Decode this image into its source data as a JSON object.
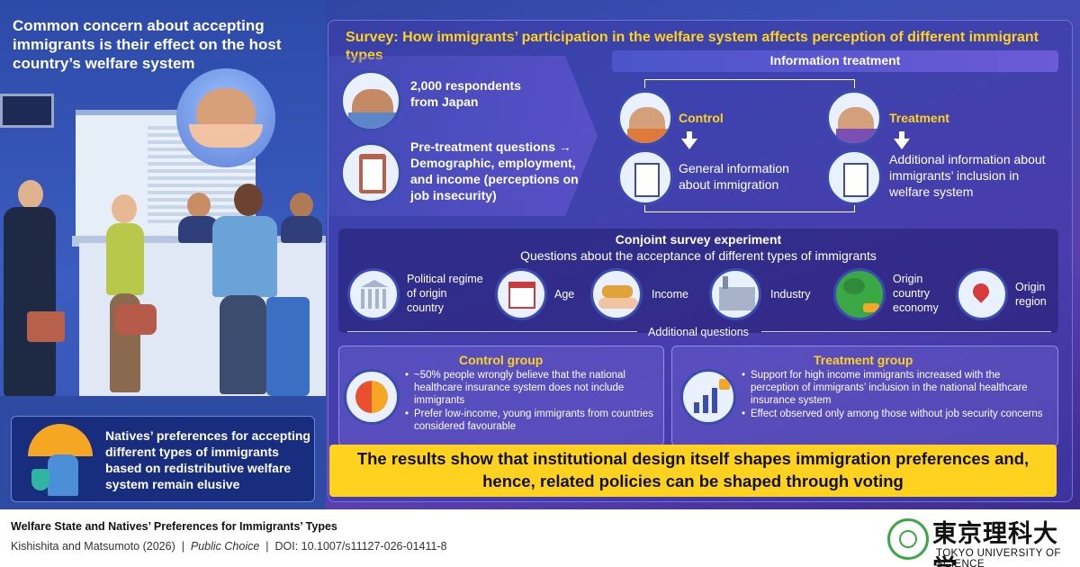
{
  "left": {
    "heading": "Common concern about accepting immigrants is their effect on the host country’s welfare system",
    "elusive": "Natives’ preferences for accepting different types of immigrants based on redistributive welfare system remain elusive"
  },
  "survey": {
    "title": "Survey: How immigrants’ participation in the welfare system affects perception of different immigrant types",
    "respondents": "2,000 respondents from Japan",
    "pretreatment": "Pre-treatment questions → Demographic, employment, and income (perceptions on job insecurity)",
    "info_treatment": "Information treatment",
    "control_label": "Control",
    "control_info": "General information about immigration",
    "treatment_label": "Treatment",
    "treatment_info": "Additional information about immigrants’ inclusion in welfare system"
  },
  "conjoint": {
    "title": "Conjoint survey experiment",
    "subtitle": "Questions about the acceptance of different types of immigrants",
    "attributes": [
      {
        "label": "Political regime of origin country",
        "icon": "government-building-icon"
      },
      {
        "label": "Age",
        "icon": "calendar-icon"
      },
      {
        "label": "Income",
        "icon": "money-hand-icon"
      },
      {
        "label": "Industry",
        "icon": "factory-icon"
      },
      {
        "label": "Origin country economy",
        "icon": "globe-icon"
      },
      {
        "label": "Origin region",
        "icon": "map-pin-icon"
      }
    ],
    "additional": "Additional questions"
  },
  "control_group": {
    "title": "Control group",
    "bullets": [
      "~50% people wrongly believe that the national healthcare insurance system does not include immigrants",
      "Prefer low-income, young immigrants from countries considered favourable"
    ]
  },
  "treatment_group": {
    "title": "Treatment group",
    "bullets": [
      "Support for high income immigrants increased with the perception of immigrants’ inclusion in the national healthcare insurance system",
      "Effect observed only among those without job security concerns"
    ]
  },
  "results": "The results show that institutional design itself shapes immigration preferences and, hence, related policies can be shaped through voting",
  "footer": {
    "title": "Welfare State and Natives’ Preferences for Immigrants’ Types",
    "authors": "Kishishita and Matsumoto (2026)",
    "sep1": "|",
    "journal": "Public Choice",
    "sep2": "|",
    "doi": "DOI: 10.1007/s11127-026-01411-8",
    "logo_jp": "東京理科大学",
    "logo_en": "TOKYO UNIVERSITY OF SCIENCE"
  },
  "colors": {
    "accent_yellow": "#ffd21f",
    "panel_blue": "#3a4fb3",
    "logo_green": "#3aa845"
  }
}
